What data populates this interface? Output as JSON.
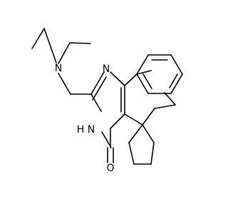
{
  "structure": {
    "atoms": {
      "amine_n": "N",
      "ring_n": "N",
      "nh_n": "N",
      "nh_h": "H",
      "carbonyl_o": "O"
    }
  }
}
